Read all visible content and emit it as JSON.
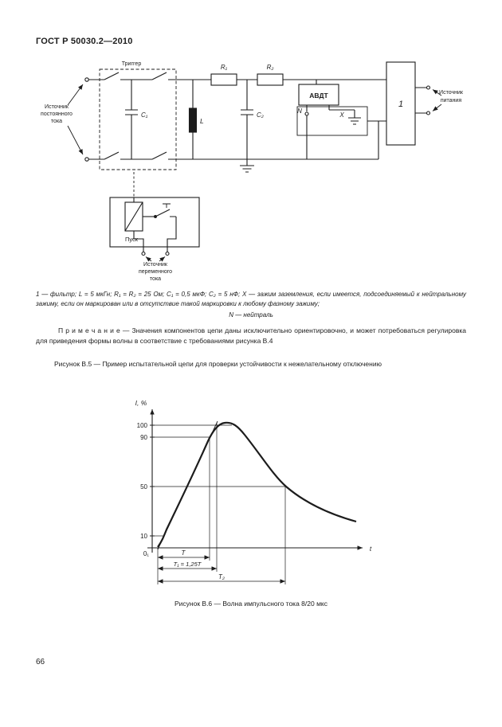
{
  "header": {
    "title": "ГОСТ Р 50030.2—2010"
  },
  "figure_b5": {
    "component_labels": {
      "trigger": "Триггер",
      "r1": "R₁",
      "r2": "R₂",
      "avdt": "АВДТ",
      "n": "N",
      "x": "X",
      "c1": "C₁",
      "c2": "C₂",
      "l": "L",
      "filter": "1",
      "pusk": "Пуск"
    },
    "dc_source": {
      "line1": "Источник",
      "line2": "постоянного",
      "line3": "тока"
    },
    "supply": {
      "line1": "Источник",
      "line2": "питания"
    },
    "ac_source": {
      "line1": "Источник",
      "line2": "переменного",
      "line3": "тока"
    },
    "legend": "1 — фильтр; L = 5 мкГн; R₁ = R₂ = 25 Ом; С₁ = 0,5 мкФ; С₂ = 5 нФ; X — зажим заземления, если имеется, подсоединяемый к нейтральному зажиму, если он маркирован или в отсутствие такой маркировки к любому фазному зажиму;",
    "legend_neutral": "N — нейтраль",
    "note": "П р и м е ч а н и е — Значения компонентов цепи даны исключительно ориентировочно, и может потребоваться регулировка для приведения формы волны в соответствие с требованиями рисунка В.4",
    "caption": "Рисунок В.5 — Пример испытательной цепи для проверки устойчивости к нежелательному отключению"
  },
  "figure_b6": {
    "ylabel": "I, %",
    "xlabel": "t",
    "ticks": {
      "t100": "100",
      "t90": "90",
      "t50": "50",
      "t10": "10",
      "origin": "0₁"
    },
    "dims": {
      "t": "T",
      "t1": "T₁ = 1,25T",
      "t2": "T₂"
    },
    "caption": "Рисунок В.6 — Волна импульсного тока 8/20 мкс"
  },
  "footer": {
    "page_number": "66"
  },
  "chart_data": {
    "type": "line",
    "title": "Волна импульсного тока 8/20 мкс",
    "xlabel": "t",
    "ylabel": "I, %",
    "ylim": [
      0,
      105
    ],
    "yticks": [
      0,
      10,
      50,
      90,
      100
    ],
    "grid": false,
    "annotations": [
      "0₁",
      "T",
      "T₁ = 1,25T",
      "T₂"
    ],
    "series": [
      {
        "name": "Импульс тока 8/20 мкс",
        "x_us": [
          0,
          2,
          4,
          6,
          8,
          12,
          16,
          20,
          24,
          28,
          32
        ],
        "values_percent": [
          0,
          18,
          50,
          82,
          100,
          83,
          65,
          50,
          38,
          29,
          22
        ]
      }
    ]
  }
}
